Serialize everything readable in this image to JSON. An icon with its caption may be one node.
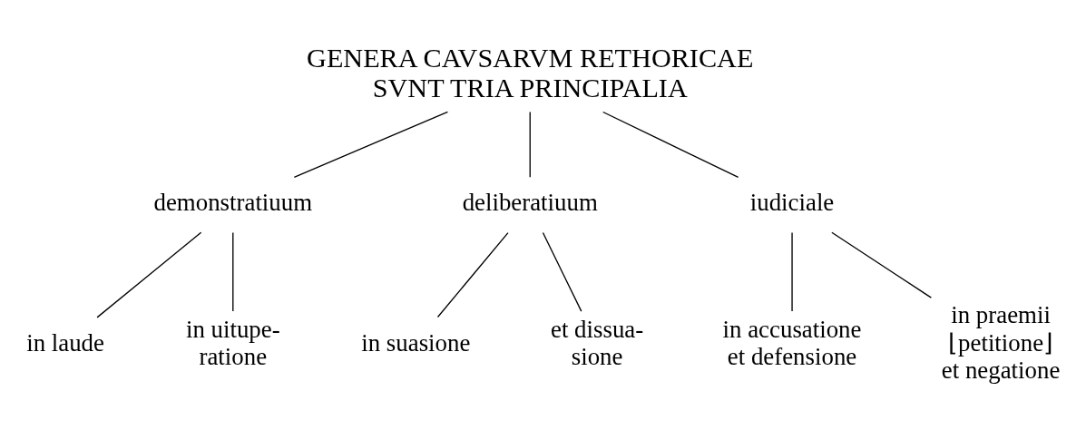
{
  "diagram": {
    "nodes": [
      {
        "text": [
          "GENERA CAVSARVM RETHORICAE SVNT TRIA PRINCIPALIA"
        ]
      },
      {
        "text": [
          "demonstratiuum"
        ]
      },
      {
        "text": [
          "deliberatiuum"
        ]
      },
      {
        "text": [
          "iudiciale"
        ]
      },
      {
        "text": [
          "in laude"
        ]
      },
      {
        "text": [
          "in uitupe- ratione"
        ]
      },
      {
        "text": [
          "in suasione"
        ]
      },
      {
        "text": [
          "et dissua- sione"
        ]
      },
      {
        "text": [
          "in accusatione et defensione"
        ]
      },
      {
        "text": [
          "in praemii ⌊petitione⌋ et negatione"
        ]
      }
    ],
    "edges": [
      {
        "from": 0,
        "to": 1,
        "arrow": "none"
      },
      {
        "from": 0,
        "to": 2,
        "arrow": "none"
      },
      {
        "from": 0,
        "to": 3,
        "arrow": "none"
      },
      {
        "from": 1,
        "to": 4,
        "arrow": "none"
      },
      {
        "from": 1,
        "to": 5,
        "arrow": "none"
      },
      {
        "from": 2,
        "to": 6,
        "arrow": "none"
      },
      {
        "from": 2,
        "to": 7,
        "arrow": "none"
      },
      {
        "from": 3,
        "to": 8,
        "arrow": "none"
      },
      {
        "from": 3,
        "to": 9,
        "arrow": "none"
      }
    ]
  }
}
